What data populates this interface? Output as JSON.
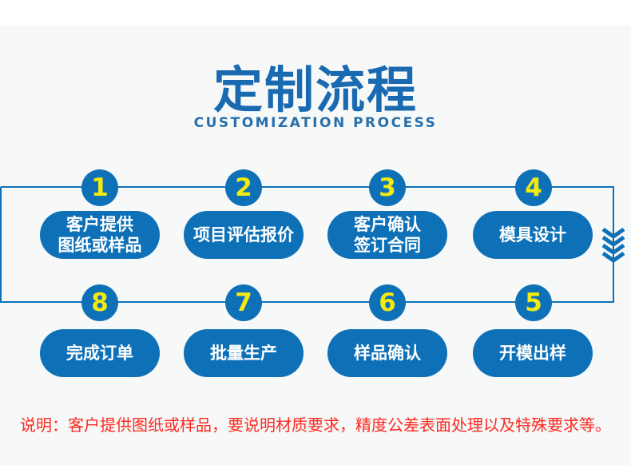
{
  "header": {
    "title": "定制流程",
    "subtitle": "CUSTOMIZATION PROCESS"
  },
  "colors": {
    "background_gray": "#f7f8f8",
    "top_strip_white": "#ffffff",
    "accent_blue": "#0e71b8",
    "title_blue": "#1a6ab1",
    "number_yellow": "#f3ea10",
    "pill_text_white": "#ffffff",
    "note_red": "#fa2b21"
  },
  "flow": {
    "direction_icon": "chevrons-down-icon",
    "rows": [
      {
        "steps": [
          {
            "number": "1",
            "label_lines": [
              "客户提供",
              "图纸或样品"
            ]
          },
          {
            "number": "2",
            "label_lines": [
              "项目评估报价"
            ]
          },
          {
            "number": "3",
            "label_lines": [
              "客户确认",
              "签订合同"
            ]
          },
          {
            "number": "4",
            "label_lines": [
              "模具设计"
            ]
          }
        ]
      },
      {
        "steps": [
          {
            "number": "8",
            "label_lines": [
              "完成订单"
            ]
          },
          {
            "number": "7",
            "label_lines": [
              "批量生产"
            ]
          },
          {
            "number": "6",
            "label_lines": [
              "样品确认"
            ]
          },
          {
            "number": "5",
            "label_lines": [
              "开模出样"
            ]
          }
        ]
      }
    ]
  },
  "note": {
    "text": "说明：客户提供图纸或样品，要说明材质要求，精度公差表面处理以及特殊要求等。"
  }
}
